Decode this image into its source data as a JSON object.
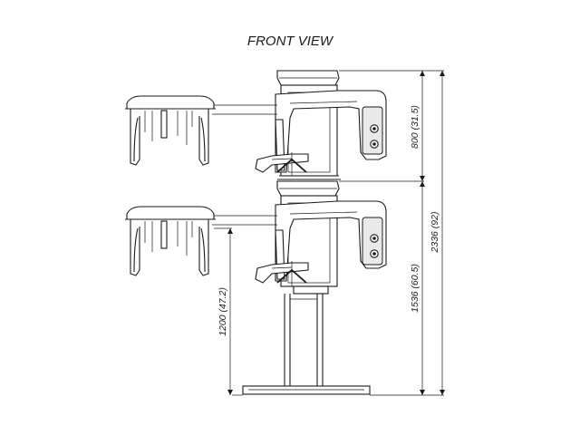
{
  "title": "FRONT VIEW",
  "dimensions": {
    "upper_arm": "800 (31.5)",
    "total_height": "2336 (92)",
    "lower_arm": "1536 (60.5)",
    "base_height": "1200 (47.2)"
  },
  "colors": {
    "line": "#1a1a1a",
    "background": "#ffffff"
  }
}
